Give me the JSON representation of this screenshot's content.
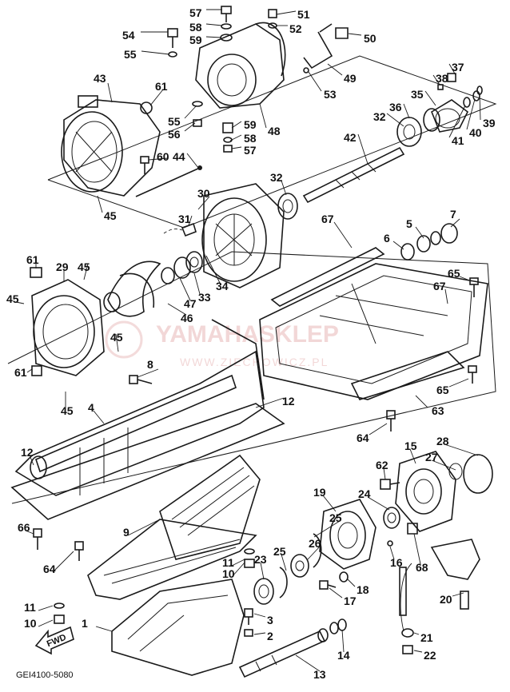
{
  "watermark": {
    "main": "YAMAHASKLEP",
    "sub": "WWW.ZIECHOWICZ.PL"
  },
  "diagram_code": "GEI4100-5080",
  "fwd_label": "FWD",
  "callouts": [
    {
      "id": "c57a",
      "text": "57"
    },
    {
      "id": "c51",
      "text": "51"
    },
    {
      "id": "c58a",
      "text": "58"
    },
    {
      "id": "c52",
      "text": "52"
    },
    {
      "id": "c54",
      "text": "54"
    },
    {
      "id": "c59a",
      "text": "59"
    },
    {
      "id": "c50",
      "text": "50"
    },
    {
      "id": "c55a",
      "text": "55"
    },
    {
      "id": "c49",
      "text": "49"
    },
    {
      "id": "c43",
      "text": "43"
    },
    {
      "id": "c61a",
      "text": "61"
    },
    {
      "id": "c53",
      "text": "53"
    },
    {
      "id": "c37",
      "text": "37"
    },
    {
      "id": "c38",
      "text": "38"
    },
    {
      "id": "c35",
      "text": "35"
    },
    {
      "id": "c36",
      "text": "36"
    },
    {
      "id": "c55b",
      "text": "55"
    },
    {
      "id": "c56",
      "text": "56"
    },
    {
      "id": "c59b",
      "text": "59"
    },
    {
      "id": "c48",
      "text": "48"
    },
    {
      "id": "c32a",
      "text": "32"
    },
    {
      "id": "c39",
      "text": "39"
    },
    {
      "id": "c40",
      "text": "40"
    },
    {
      "id": "c41",
      "text": "41"
    },
    {
      "id": "c58b",
      "text": "58"
    },
    {
      "id": "c57b",
      "text": "57"
    },
    {
      "id": "c42",
      "text": "42"
    },
    {
      "id": "c60",
      "text": "60"
    },
    {
      "id": "c44",
      "text": "44"
    },
    {
      "id": "c32b",
      "text": "32"
    },
    {
      "id": "c45a",
      "text": "45"
    },
    {
      "id": "c30",
      "text": "30"
    },
    {
      "id": "c67a",
      "text": "67"
    },
    {
      "id": "c31",
      "text": "31"
    },
    {
      "id": "c7",
      "text": "7"
    },
    {
      "id": "c5",
      "text": "5"
    },
    {
      "id": "c6",
      "text": "6"
    },
    {
      "id": "c61b",
      "text": "61"
    },
    {
      "id": "c29",
      "text": "29"
    },
    {
      "id": "c45b",
      "text": "45"
    },
    {
      "id": "c65a",
      "text": "65"
    },
    {
      "id": "c33",
      "text": "33"
    },
    {
      "id": "c34",
      "text": "34"
    },
    {
      "id": "c67b",
      "text": "67"
    },
    {
      "id": "c45c",
      "text": "45"
    },
    {
      "id": "c47",
      "text": "47"
    },
    {
      "id": "c46",
      "text": "46"
    },
    {
      "id": "c45d",
      "text": "45"
    },
    {
      "id": "c8",
      "text": "8"
    },
    {
      "id": "c61c",
      "text": "61"
    },
    {
      "id": "c65b",
      "text": "65"
    },
    {
      "id": "c45e",
      "text": "45"
    },
    {
      "id": "c12a",
      "text": "12"
    },
    {
      "id": "c63",
      "text": "63"
    },
    {
      "id": "c4",
      "text": "4"
    },
    {
      "id": "c64a",
      "text": "64"
    },
    {
      "id": "c12b",
      "text": "12"
    },
    {
      "id": "c15",
      "text": "15"
    },
    {
      "id": "c28",
      "text": "28"
    },
    {
      "id": "c62",
      "text": "62"
    },
    {
      "id": "c27",
      "text": "27"
    },
    {
      "id": "c19",
      "text": "19"
    },
    {
      "id": "c24",
      "text": "24"
    },
    {
      "id": "c25",
      "text": "25"
    },
    {
      "id": "c9",
      "text": "9"
    },
    {
      "id": "c66",
      "text": "66"
    },
    {
      "id": "c26",
      "text": "26"
    },
    {
      "id": "c16",
      "text": "16"
    },
    {
      "id": "c68",
      "text": "68"
    },
    {
      "id": "c23",
      "text": "23"
    },
    {
      "id": "c25b",
      "text": "25"
    },
    {
      "id": "c11a",
      "text": "11"
    },
    {
      "id": "c10a",
      "text": "10"
    },
    {
      "id": "c64b",
      "text": "64"
    },
    {
      "id": "c18",
      "text": "18"
    },
    {
      "id": "c17",
      "text": "17"
    },
    {
      "id": "c20",
      "text": "20"
    },
    {
      "id": "c11b",
      "text": "11"
    },
    {
      "id": "c10b",
      "text": "10"
    },
    {
      "id": "c3",
      "text": "3"
    },
    {
      "id": "c1",
      "text": "1"
    },
    {
      "id": "c2",
      "text": "2"
    },
    {
      "id": "c21",
      "text": "21"
    },
    {
      "id": "c14",
      "text": "14"
    },
    {
      "id": "c22",
      "text": "22"
    },
    {
      "id": "c13",
      "text": "13"
    }
  ]
}
